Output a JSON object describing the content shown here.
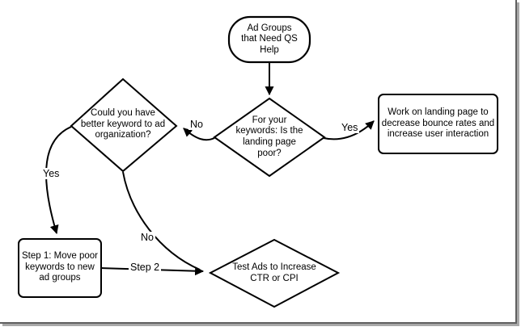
{
  "diagram": {
    "type": "flowchart",
    "background": "#ffffff",
    "stroke_color": "#000000",
    "node_fill": "#ffffff",
    "text_color": "#000000",
    "frame": {
      "border_color": "#5f5f5f",
      "shadow_color": "#a8a8a8"
    },
    "nodes": {
      "start": {
        "shape": "terminator",
        "lines": [
          "Ad Groups",
          "that Need QS",
          "Help"
        ]
      },
      "landing_question": {
        "shape": "decision",
        "lines": [
          "For your",
          "keywords: Is the",
          "landing page",
          "poor?"
        ]
      },
      "work_landing_page": {
        "shape": "process",
        "lines": [
          "Work on landing page to",
          "decrease bounce rates and",
          "increase user interaction"
        ]
      },
      "keyword_org_question": {
        "shape": "decision",
        "lines": [
          "Could you have",
          "better keyword to ad",
          "organization?"
        ]
      },
      "step1_move_keywords": {
        "shape": "process",
        "lines": [
          "Step 1: Move poor",
          "keywords to new",
          "ad groups"
        ]
      },
      "test_ads": {
        "shape": "decision",
        "lines": [
          "Test Ads to Increase",
          "CTR or CPI"
        ]
      }
    },
    "edges": {
      "landing_no": "No",
      "landing_yes": "Yes",
      "keyword_yes": "Yes",
      "keyword_no": "No",
      "step2": "Step 2"
    }
  }
}
